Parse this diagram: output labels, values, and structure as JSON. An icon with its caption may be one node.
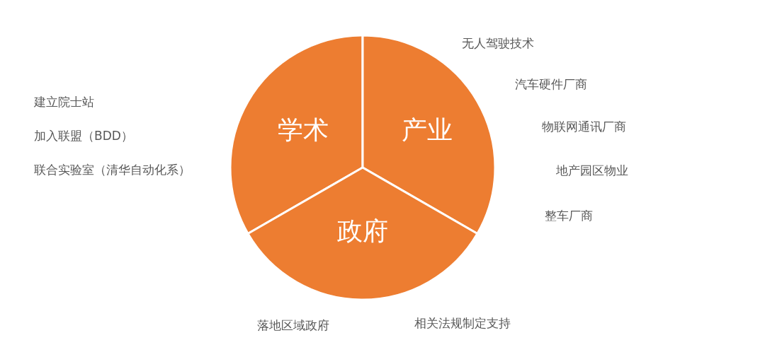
{
  "diagram": {
    "nodes": [
      {
        "text": [
          "学术"
        ]
      },
      {
        "text": [
          "产业"
        ]
      },
      {
        "text": [
          "政府"
        ]
      }
    ],
    "labels": [
      "无人驾驶技术",
      "建立院士站",
      "汽车硬件厂商",
      "物联网通讯厂商",
      "加入联盟（BDD）",
      "联合实验室（清华自动化系）",
      "地产园区物业",
      "整车厂商",
      "落地区域政府",
      "相关法规制定支持"
    ]
  }
}
